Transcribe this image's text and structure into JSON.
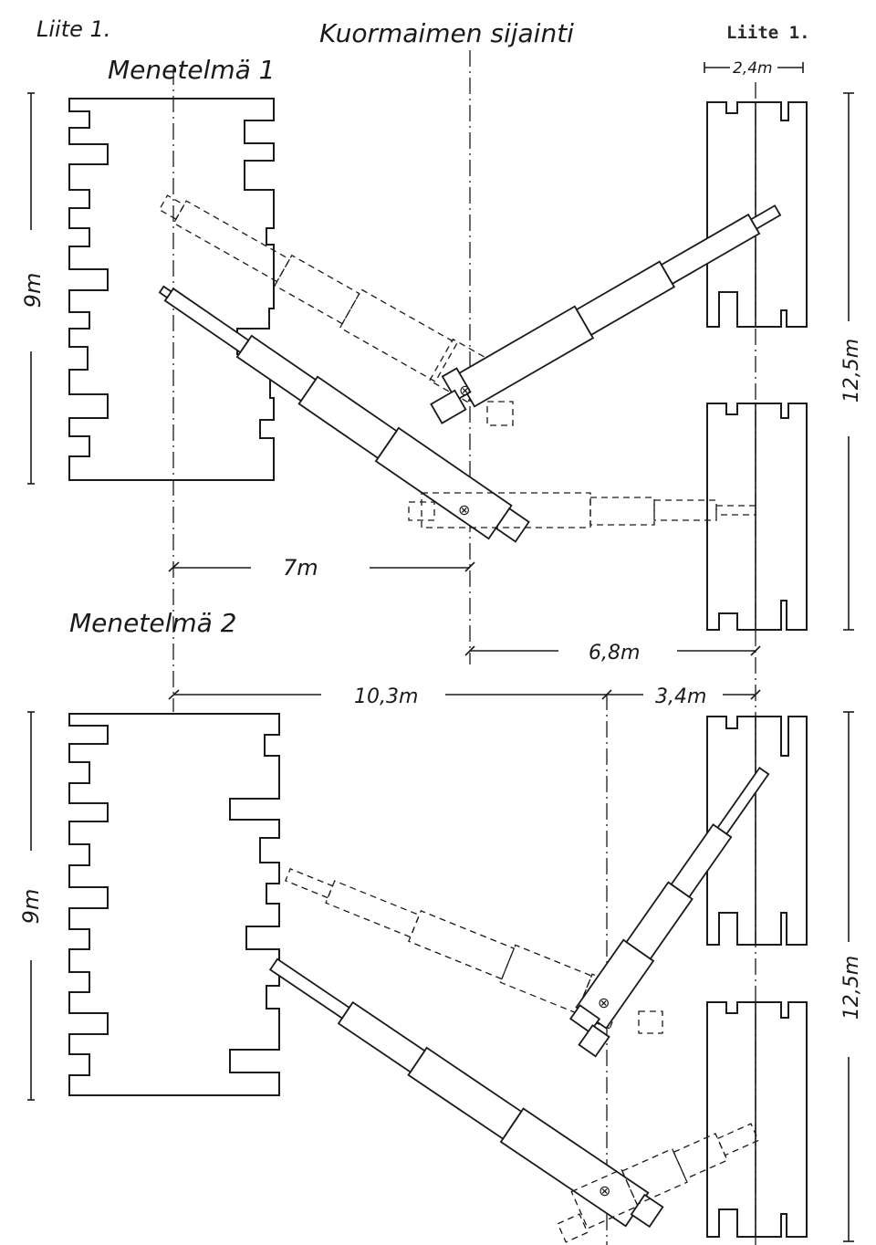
{
  "header": {
    "left_label": "Liite 1.",
    "title": "Kuormaimen sijainti",
    "right_label": "Liite 1."
  },
  "method1": {
    "heading": "Menetelmä 1",
    "left_dim": "9m",
    "top_dim": "2,4m",
    "right_dim": "12,5m",
    "horiz_dim": "7m",
    "lower_dim": "6,8m"
  },
  "method2": {
    "heading": "Menetelmä 2",
    "dim_a": "10,3m",
    "dim_b": "3,4m",
    "left_dim": "9m",
    "right_dim": "12,5m"
  },
  "colors": {
    "ink": "#1a1a1a",
    "paper": "#ffffff"
  }
}
